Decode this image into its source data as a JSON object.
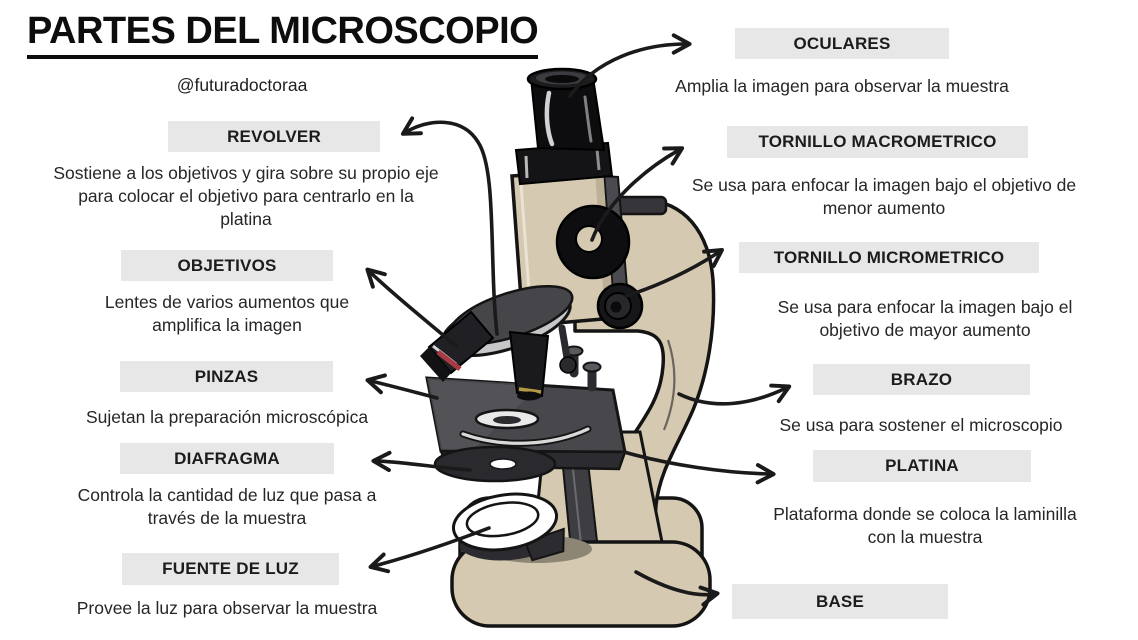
{
  "title": "PARTES DEL MICROSCOPIO",
  "credit": "@futuradoctoraa",
  "colors": {
    "label_box_bg": "#e7e7e7",
    "heading_text": "#0d0d0d",
    "body_text": "#262626",
    "microscope_beige": "#d5c9b1",
    "microscope_outline": "#141414",
    "stage_gray": "#47474c",
    "objective_stripe_red": "#a83a44"
  },
  "parts_left": [
    {
      "label": "REVOLVER",
      "description": "Sostiene a los objetivos y gira sobre su propio eje\npara colocar el objetivo para centrarlo en la\nplatina"
    },
    {
      "label": "OBJETIVOS",
      "description": "Lentes de varios aumentos que\namplifica la imagen"
    },
    {
      "label": "PINZAS",
      "description": "Sujetan la preparación microscópica"
    },
    {
      "label": "DIAFRAGMA",
      "description": "Controla la cantidad de luz que pasa a\ntravés de la muestra"
    },
    {
      "label": "FUENTE DE LUZ",
      "description": "Provee la luz para observar la muestra"
    }
  ],
  "parts_right": [
    {
      "label": "OCULARES",
      "description": "Amplia la imagen para observar la muestra"
    },
    {
      "label": "TORNILLO MACROMETRICO",
      "description": "Se usa para enfocar la imagen bajo el objetivo de\nmenor aumento"
    },
    {
      "label": "TORNILLO MICROMETRICO",
      "description": "Se usa para enfocar la imagen bajo el\nobjetivo de mayor aumento"
    },
    {
      "label": "BRAZO",
      "description": "Se usa para sostener el microscopio"
    },
    {
      "label": "PLATINA",
      "description": "Plataforma donde se coloca la laminilla\ncon la muestra"
    },
    {
      "label": "BASE"
    }
  ]
}
